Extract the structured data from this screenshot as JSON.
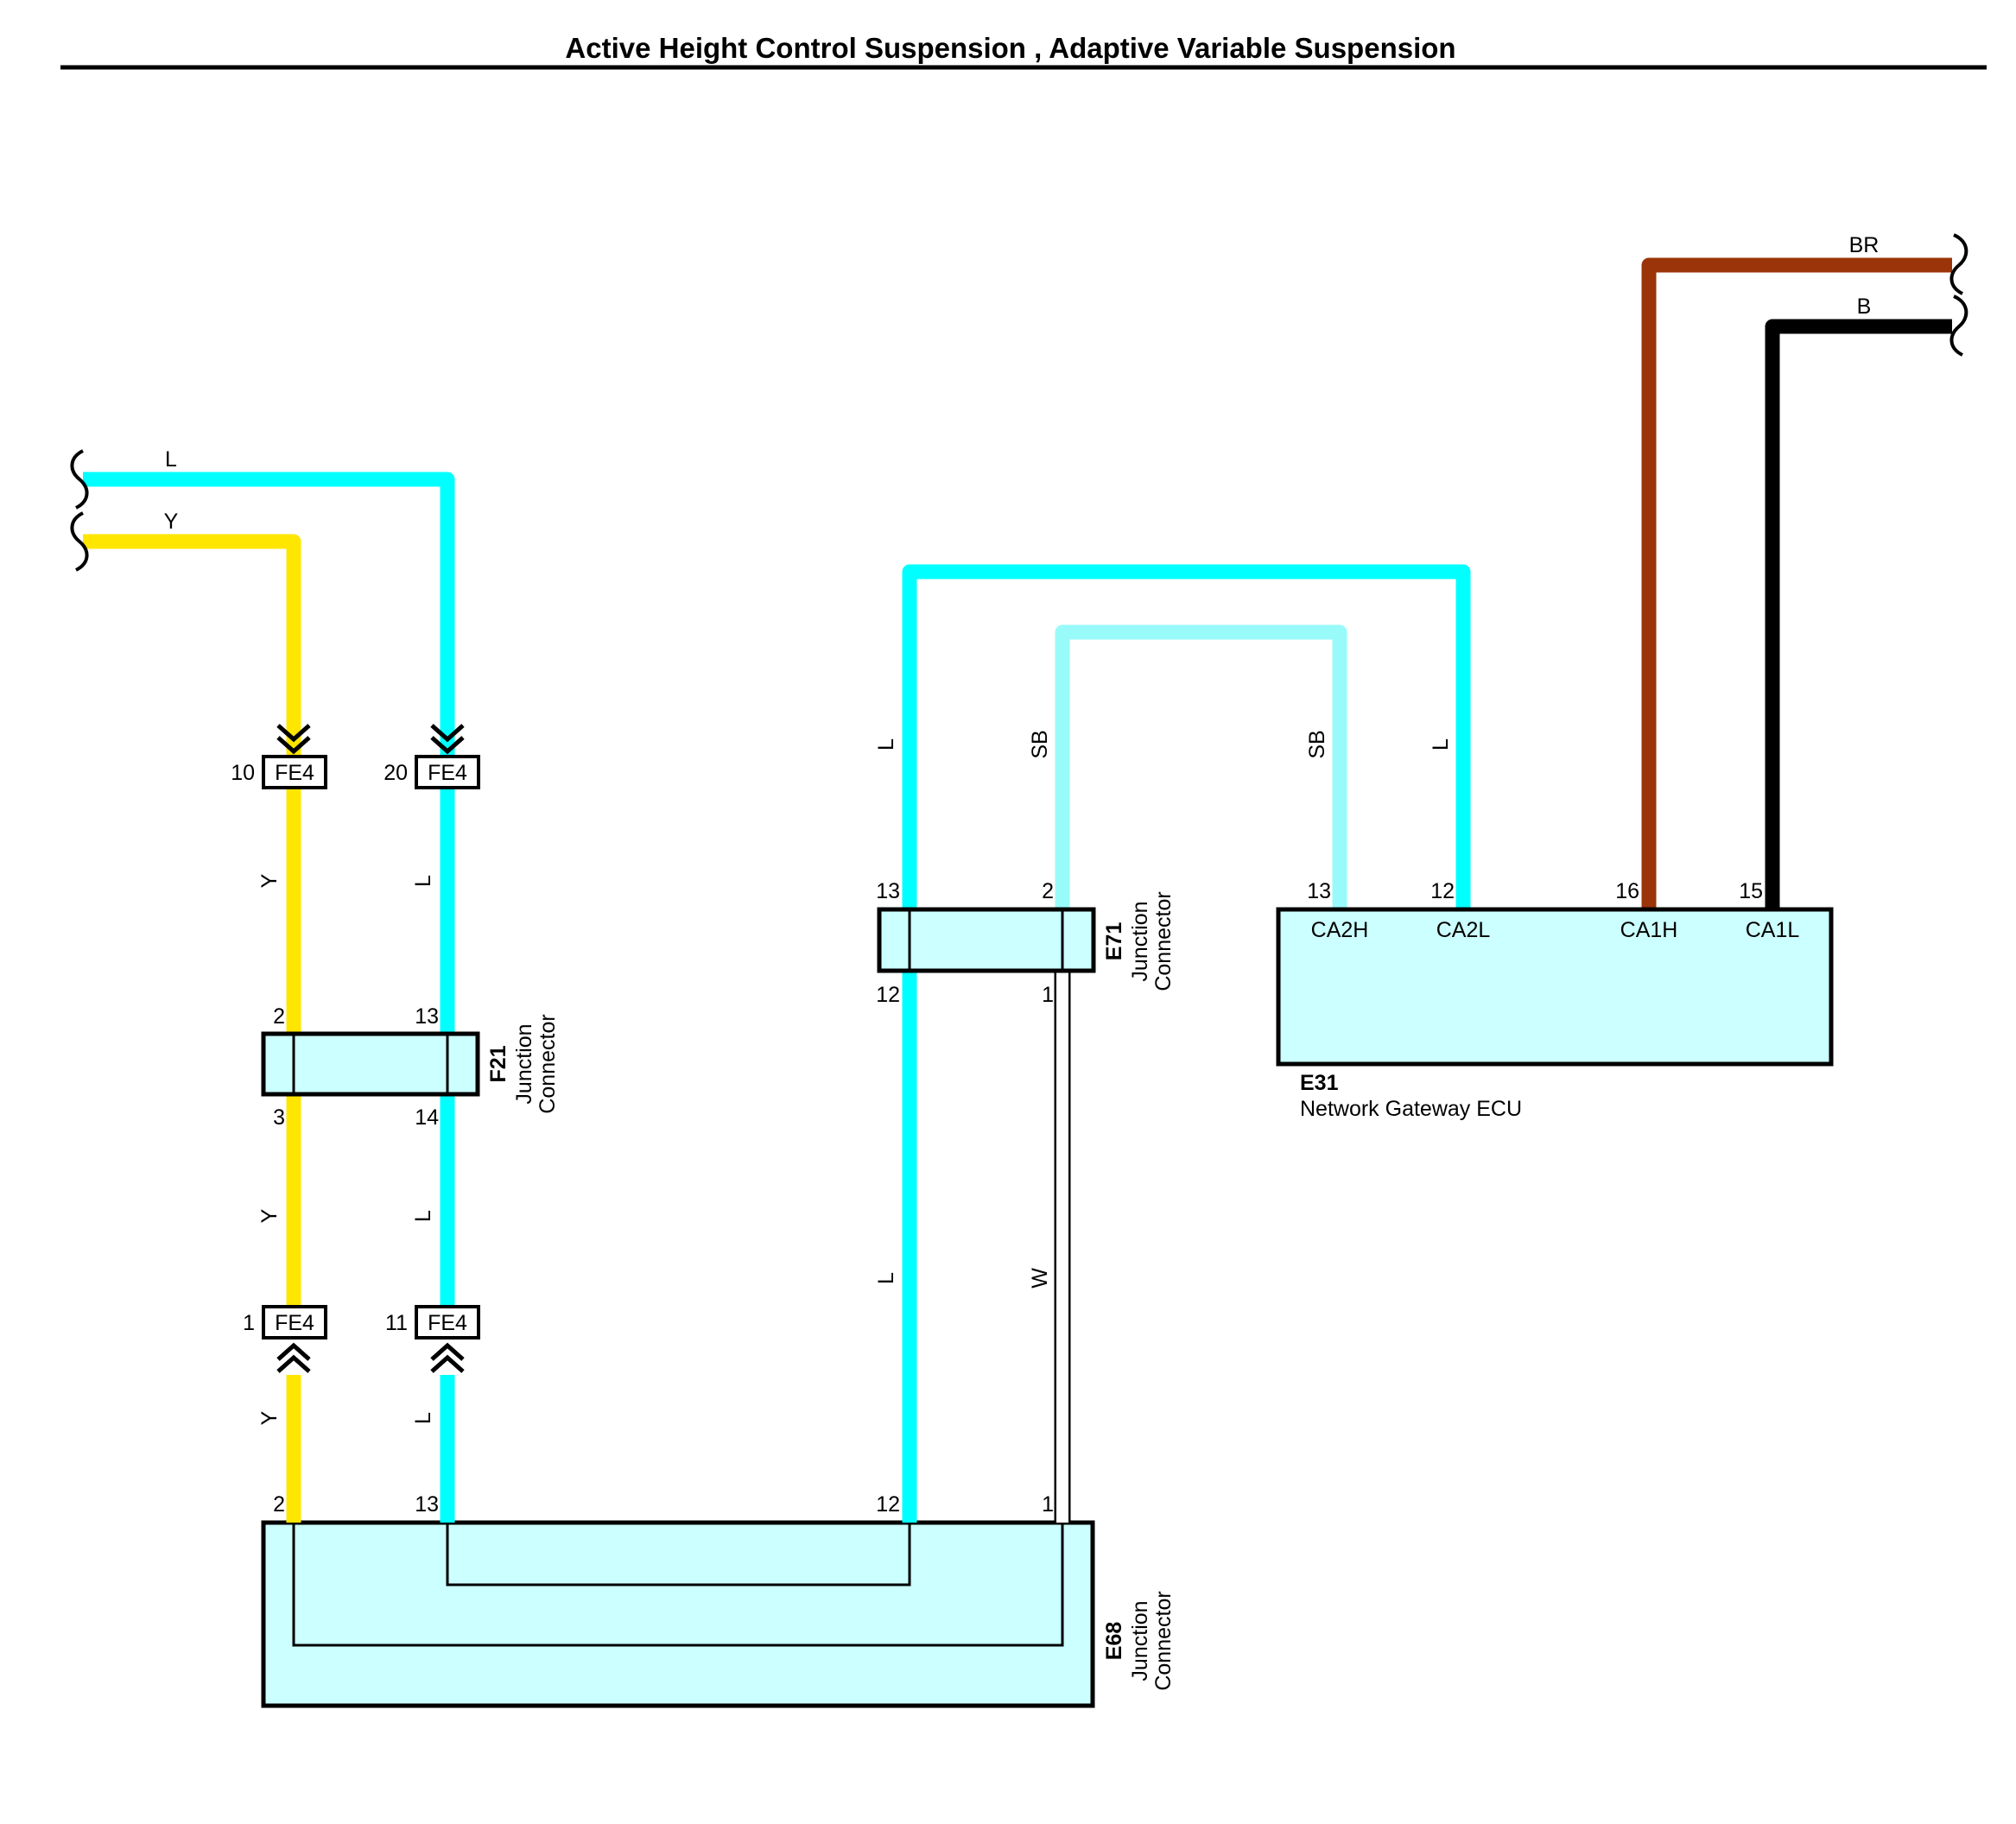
{
  "title": "Active Height Control Suspension , Adaptive Variable Suspension",
  "colors": {
    "L": "#00ffff",
    "Y": "#ffe600",
    "SB": "#99fafa",
    "BR": "#9b3408",
    "B": "#000000",
    "W": "#ffffff",
    "connector_fill": "#ccffff"
  },
  "wires": {
    "left_l_top": "L",
    "left_y_top": "Y",
    "y_seg1": "Y",
    "l_seg1": "L",
    "y_seg2": "Y",
    "l_seg2": "L",
    "y_seg3": "Y",
    "l_seg3": "L",
    "mid_l_up": "L",
    "mid_sb_up": "SB",
    "ecu_sb": "SB",
    "ecu_l": "L",
    "mid_l_down": "L",
    "mid_w_down": "W",
    "br_top": "BR",
    "b_top": "B"
  },
  "fe4": {
    "pin10": "10",
    "pin20": "20",
    "pin1": "1",
    "pin11": "11",
    "label": "FE4"
  },
  "f21": {
    "id": "F21",
    "name_line1": "Junction",
    "name_line2": "Connector",
    "pin_2": "2",
    "pin_13": "13",
    "pin_3": "3",
    "pin_14": "14"
  },
  "e71": {
    "id": "E71",
    "name_line1": "Junction",
    "name_line2": "Connector",
    "pin_13": "13",
    "pin_2": "2",
    "pin_12": "12",
    "pin_1": "1"
  },
  "e68": {
    "id": "E68",
    "name_line1": "Junction",
    "name_line2": "Connector",
    "pin_2": "2",
    "pin_13": "13",
    "pin_12": "12",
    "pin_1": "1"
  },
  "e31": {
    "id": "E31",
    "name": "Network Gateway ECU",
    "pin_13": "13",
    "pin_12": "12",
    "pin_16": "16",
    "pin_15": "15",
    "term_ca2h": "CA2H",
    "term_ca2l": "CA2L",
    "term_ca1h": "CA1H",
    "term_ca1l": "CA1L"
  }
}
